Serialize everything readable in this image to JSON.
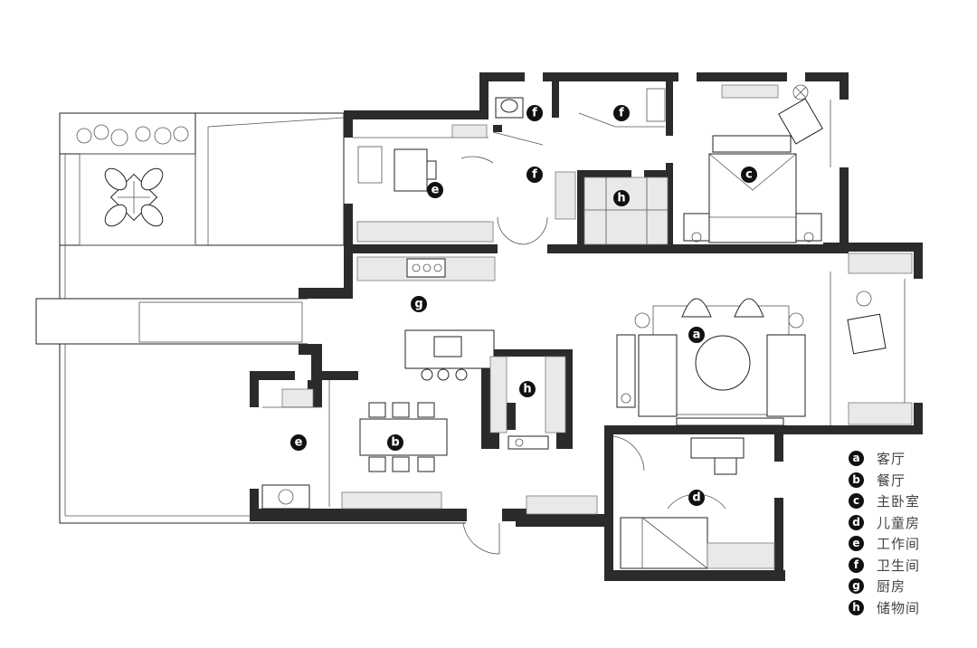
{
  "rooms": [
    {
      "id": "a",
      "name": "客厅"
    },
    {
      "id": "b",
      "name": "餐厅"
    },
    {
      "id": "c",
      "name": "主卧室"
    },
    {
      "id": "d",
      "name": "儿童房"
    },
    {
      "id": "e",
      "name": "工作间"
    },
    {
      "id": "f",
      "name": "卫生间"
    },
    {
      "id": "g",
      "name": "厨房"
    },
    {
      "id": "h",
      "name": "储物间"
    }
  ],
  "room_markers": [
    "f",
    "f",
    "f",
    "c",
    "e",
    "h",
    "g",
    "a",
    "h",
    "e",
    "b",
    "d"
  ],
  "colors": {
    "wall": "#2b2b2b",
    "badge": "#111111",
    "line": "#222222",
    "legend_text": "#444444"
  }
}
